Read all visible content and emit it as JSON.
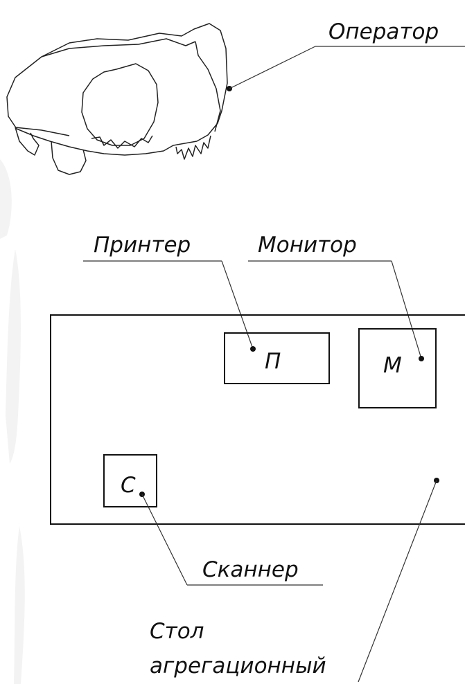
{
  "labels": {
    "operator": "Оператор",
    "printer": "Принтер",
    "monitor": "Монитор",
    "scanner": "Сканнер",
    "table_line1": "Стол",
    "table_line2": "агрегационный"
  },
  "boxes": {
    "printer_letter": "П",
    "monitor_letter": "М",
    "scanner_letter": "С"
  }
}
